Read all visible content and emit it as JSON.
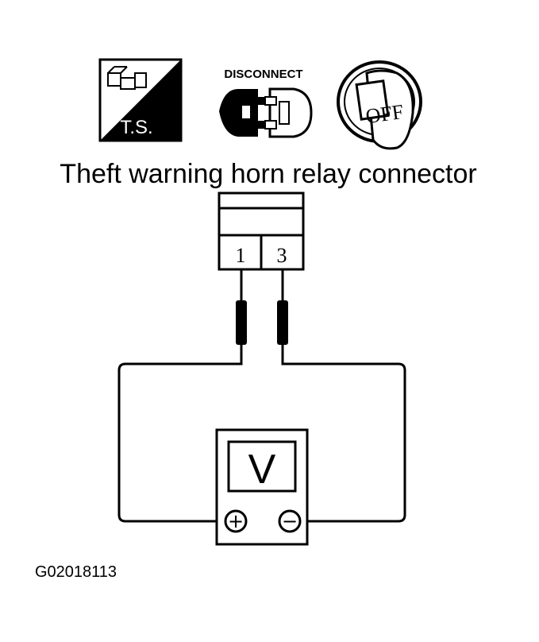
{
  "icons": {
    "ts_icon": {
      "name": "trouble-shooting-icon",
      "label": "T.S."
    },
    "disconnect_icon": {
      "name": "disconnect-connector-icon",
      "label": "DISCONNECT"
    },
    "ignition_icon": {
      "name": "ignition-switch-off-icon",
      "label": "OFF"
    }
  },
  "title": "Theft warning horn relay connector",
  "connector": {
    "terminals": [
      "1",
      "3"
    ]
  },
  "meter": {
    "display": "V",
    "positive_symbol": "+",
    "negative_symbol": "−"
  },
  "figure_id": "G02018113",
  "colors": {
    "ink": "#000000",
    "paper": "#ffffff"
  }
}
